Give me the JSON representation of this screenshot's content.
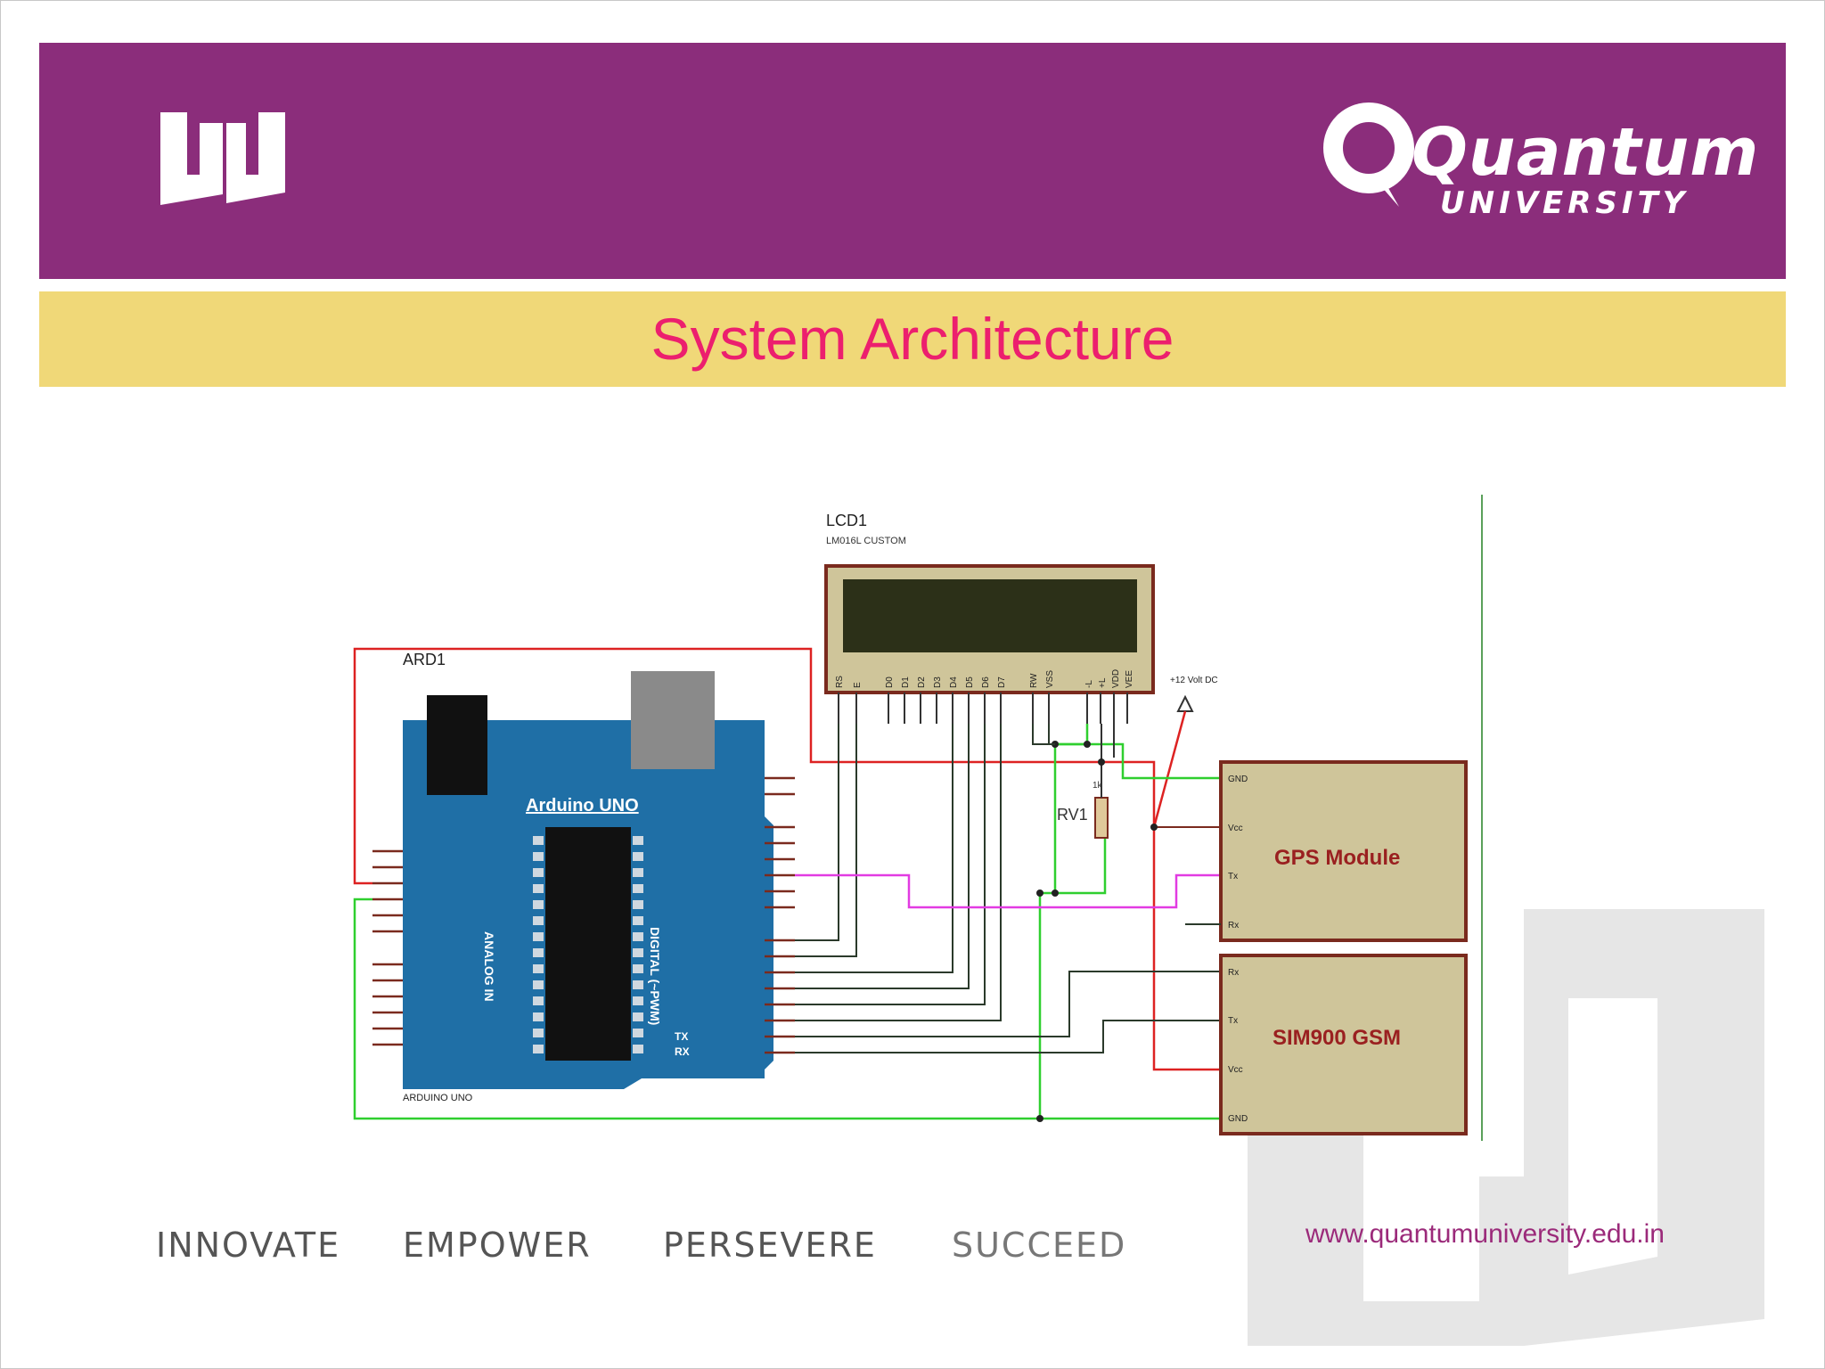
{
  "header": {
    "brand_line1": "Quantum",
    "brand_line2": "UNIVERSITY",
    "accent_color": "#8b2d7b"
  },
  "slide": {
    "title": "System Architecture",
    "title_color": "#ec1f6e",
    "band_color": "#f0d878"
  },
  "diagram": {
    "lcd": {
      "ref": "LCD1",
      "part": "LM016L CUSTOM",
      "pins": [
        "RS",
        "E",
        "D0",
        "D1",
        "D2",
        "D3",
        "D4",
        "D5",
        "D6",
        "D7",
        "RW",
        "VSS",
        "-L",
        "+L",
        "VDD",
        "VEE"
      ]
    },
    "arduino": {
      "ref": "ARD1",
      "board_label": "Arduino UNO",
      "footer_label": "ARDUINO UNO",
      "analog_label": "ANALOG IN",
      "digital_label": "DIGITAL (~PWM)",
      "tx": "TX",
      "rx": "RX"
    },
    "supply": "+12 Volt DC",
    "pot": {
      "ref": "RV1",
      "value": "1k"
    },
    "gps": {
      "label": "GPS Module",
      "pins": [
        "GND",
        "Vcc",
        "Tx",
        "Rx"
      ]
    },
    "gsm": {
      "label": "SIM900 GSM",
      "pins": [
        "Rx",
        "Tx",
        "Vcc",
        "GND"
      ]
    }
  },
  "footer": {
    "words": [
      "INNOVATE",
      "EMPOWER",
      "PERSEVERE",
      "SUCCEED"
    ],
    "url": "www.quantumuniversity.edu.in"
  }
}
